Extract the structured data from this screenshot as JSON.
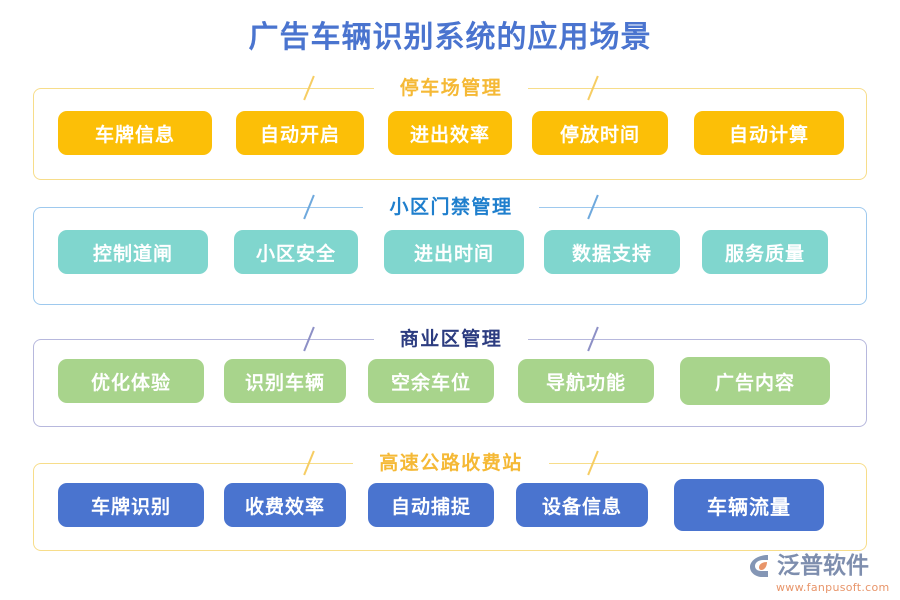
{
  "page": {
    "title": "广告车辆识别系统的应用场景",
    "title_color": "#4a74cf",
    "background": "#ffffff"
  },
  "sections": [
    {
      "header": "停车场管理",
      "header_color": "#f5b936",
      "frame_color": "#f7dd8a",
      "pill_color": "#fcbf07",
      "items": [
        "车牌信息",
        "自动开启",
        "进出效率",
        "停放时间",
        "自动计算"
      ]
    },
    {
      "header": "小区门禁管理",
      "header_color": "#1f7fcd",
      "frame_color": "#9ec9ee",
      "pill_color": "#80d6ce",
      "items": [
        "控制道闸",
        "小区安全",
        "进出时间",
        "数据支持",
        "服务质量"
      ]
    },
    {
      "header": "商业区管理",
      "header_color": "#2c3c80",
      "frame_color": "#b7b8dd",
      "pill_color": "#a8d48c",
      "items": [
        "优化体验",
        "识别车辆",
        "空余车位",
        "导航功能",
        "广告内容"
      ]
    },
    {
      "header": "高速公路收费站",
      "header_color": "#f5b936",
      "frame_color": "#f7dd8a",
      "pill_color": "#4a74cf",
      "items": [
        "车牌识别",
        "收费效率",
        "自动捕捉",
        "设备信息",
        "车辆流量"
      ]
    }
  ],
  "logo": {
    "name": "泛普软件",
    "url": "www.fanpusoft.com",
    "name_color": "#7e8eae",
    "url_color": "#e8956a",
    "mark_color": "#8496b5",
    "mark_accent": "#e8956a"
  }
}
